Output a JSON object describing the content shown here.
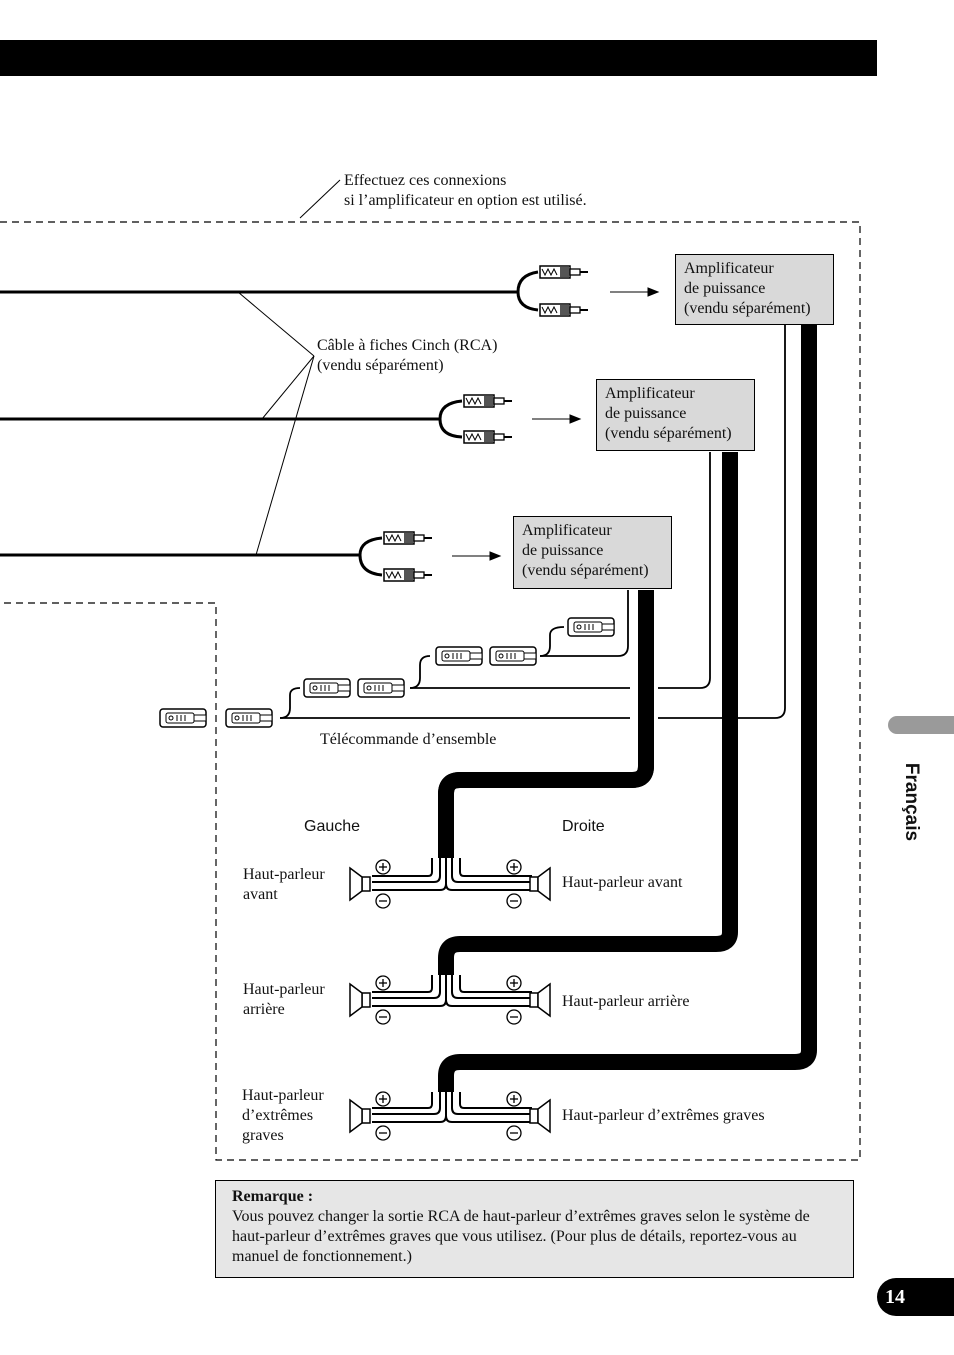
{
  "header_note": "Effectuez ces connexions\nsi l’amplificateur en option est utilisé.",
  "cable_label": "Câble à fiches Cinch (RCA)\n(vendu séparément)",
  "amplifiers": [
    {
      "label": "Amplificateur\nde puissance\n(vendu séparément)"
    },
    {
      "label": "Amplificateur\nde puissance\n(vendu séparément)"
    },
    {
      "label": "Amplificateur\nde puissance\n(vendu séparément)"
    }
  ],
  "remote_label": "Télécommande d’ensemble",
  "left_label": "Gauche",
  "right_label": "Droite",
  "speakers": {
    "front_left": "Haut-parleur\navant",
    "front_right": "Haut-parleur avant",
    "rear_left": "Haut-parleur\narrière",
    "rear_right": "Haut-parleur arrière",
    "sub_left": "Haut-parleur\nd’extrêmes\ngraves",
    "sub_right": "Haut-parleur d’extrêmes graves"
  },
  "note": {
    "title": "Remarque :",
    "body": "Vous pouvez changer la sortie RCA de haut-parleur d’extrêmes graves selon le système de haut-parleur d’extrêmes graves que vous utilisez. (Pour plus de détails, reportez-vous au manuel de fonctionnement.)"
  },
  "language_tab": "Français",
  "page_number": "14"
}
